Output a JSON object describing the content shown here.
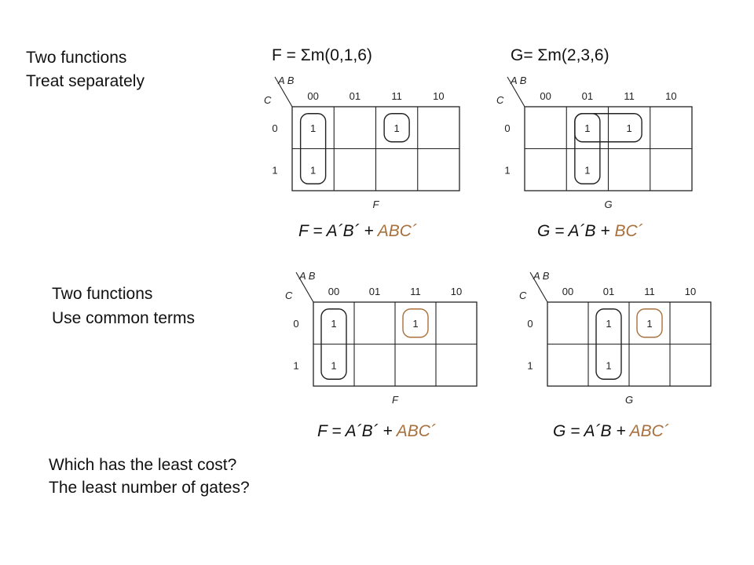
{
  "colors": {
    "text": "#111111",
    "accent": "#a8703c",
    "grid": "#222222"
  },
  "notes": {
    "top_line1": "Two functions",
    "top_line2": "Treat separately",
    "mid_line1": "Two functions",
    "mid_line2": "Use common terms",
    "q1": "Which has the least cost?",
    "q2": "The least number of gates?"
  },
  "headings": {
    "f_def": "F = Σm(0,1,6)",
    "g_def": "G= Σm(2,3,6)"
  },
  "equations": {
    "top_f": {
      "lhs": "F = A´B´  +  ",
      "accent": "ABC´"
    },
    "top_g": {
      "lhs": "G = A´B  +  ",
      "accent": "BC´"
    },
    "bot_f": {
      "lhs": "F = A´B´  +  ",
      "accent": "ABC´"
    },
    "bot_g": {
      "lhs": "G = A´B  +  ",
      "accent": "ABC´"
    }
  },
  "kmaps": [
    {
      "label": "F",
      "ab_label": "A B",
      "c_label": "C",
      "cols": [
        "00",
        "01",
        "11",
        "10"
      ],
      "rows": [
        "0",
        "1"
      ],
      "ones": [
        [
          0,
          0
        ],
        [
          0,
          1
        ],
        [
          2,
          0
        ]
      ],
      "loops": [
        {
          "c0": 0,
          "c1": 0,
          "r0": 0,
          "r1": 1,
          "accent": false
        },
        {
          "c0": 2,
          "c1": 2,
          "r0": 0,
          "r1": 0,
          "accent": false
        }
      ]
    },
    {
      "label": "G",
      "ab_label": "A B",
      "c_label": "C",
      "cols": [
        "00",
        "01",
        "11",
        "10"
      ],
      "rows": [
        "0",
        "1"
      ],
      "ones": [
        [
          1,
          0
        ],
        [
          2,
          0
        ],
        [
          1,
          1
        ]
      ],
      "loops": [
        {
          "c0": 1,
          "c1": 1,
          "r0": 0,
          "r1": 1,
          "accent": false
        },
        {
          "c0": 1,
          "c1": 2,
          "r0": 0,
          "r1": 0,
          "accent": false
        }
      ]
    },
    {
      "label": "F",
      "ab_label": "A B",
      "c_label": "C",
      "cols": [
        "00",
        "01",
        "11",
        "10"
      ],
      "rows": [
        "0",
        "1"
      ],
      "ones": [
        [
          0,
          0
        ],
        [
          0,
          1
        ],
        [
          2,
          0
        ]
      ],
      "loops": [
        {
          "c0": 0,
          "c1": 0,
          "r0": 0,
          "r1": 1,
          "accent": false
        },
        {
          "c0": 2,
          "c1": 2,
          "r0": 0,
          "r1": 0,
          "accent": true
        }
      ]
    },
    {
      "label": "G",
      "ab_label": "A B",
      "c_label": "C",
      "cols": [
        "00",
        "01",
        "11",
        "10"
      ],
      "rows": [
        "0",
        "1"
      ],
      "ones": [
        [
          1,
          0
        ],
        [
          2,
          0
        ],
        [
          1,
          1
        ]
      ],
      "loops": [
        {
          "c0": 1,
          "c1": 1,
          "r0": 0,
          "r1": 1,
          "accent": false
        },
        {
          "c0": 2,
          "c1": 2,
          "r0": 0,
          "r1": 0,
          "accent": true
        }
      ]
    }
  ]
}
